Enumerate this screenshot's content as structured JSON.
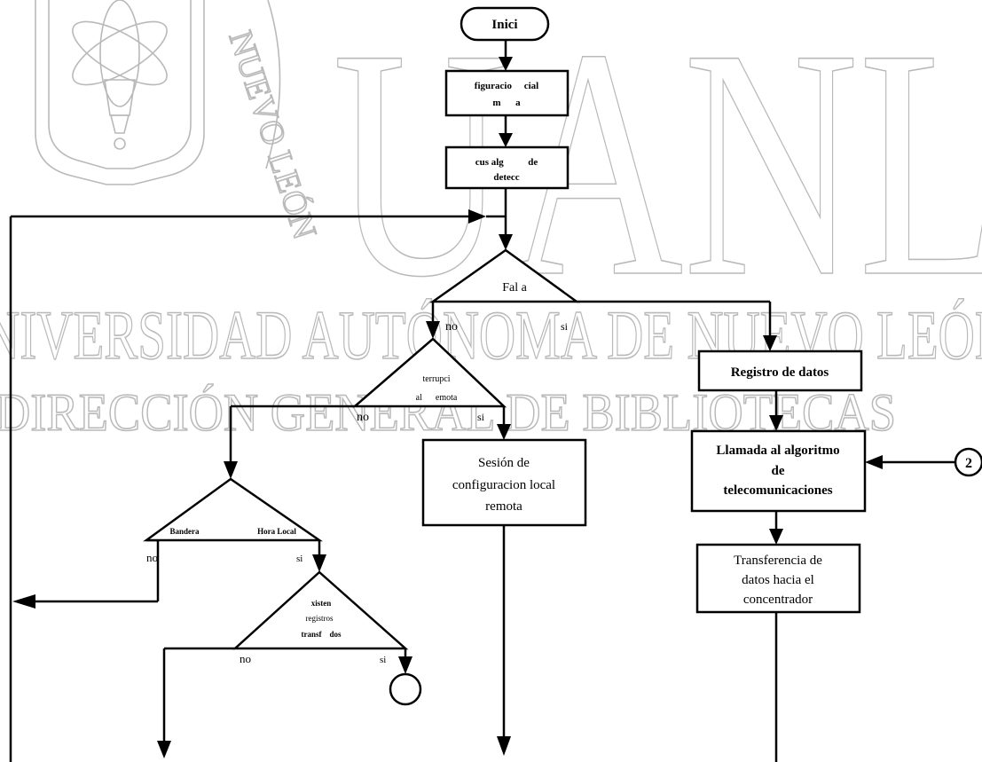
{
  "watermark": {
    "logo_text": "NUEVO LEÓN",
    "big": "UANL",
    "line1": "UNIVERSIDAD AUTÓNOMA DE NUEVO LEÓN",
    "line2": "DIRECCIÓN GENERAL DE BIBLIOTECAS"
  },
  "flowchart": {
    "start": "Inici",
    "box1": {
      "line1": "figuracio     cial",
      "line2": "m      a"
    },
    "box2": {
      "line1": "cus alg          de",
      "line2": "detecc"
    },
    "dec_falla": {
      "label": "Fal a",
      "no": "no",
      "si": "si"
    },
    "dec_interrup": {
      "line1": "terrupci",
      "line2": "al      emota",
      "no": "no",
      "si": "si"
    },
    "box_sesion": {
      "line1": "Sesión de",
      "line2": "configuracion local",
      "line3": "remota"
    },
    "box_registro": "Registro de datos",
    "box_llamada": {
      "line1": "Llamada al algoritmo",
      "line2": "de",
      "line3": "telecomunicaciones"
    },
    "box_transf": {
      "line1": "Transferencia de",
      "line2": "datos hacia el",
      "line3": "concentrador"
    },
    "dec_bandera": {
      "left": "Bandera",
      "right": "Hora Local",
      "no": "no",
      "si": "si"
    },
    "dec_existen": {
      "line1": "xisten",
      "line2": "registros",
      "line3": "transf    dos",
      "no": "no",
      "si": "si"
    },
    "connector": "2"
  }
}
